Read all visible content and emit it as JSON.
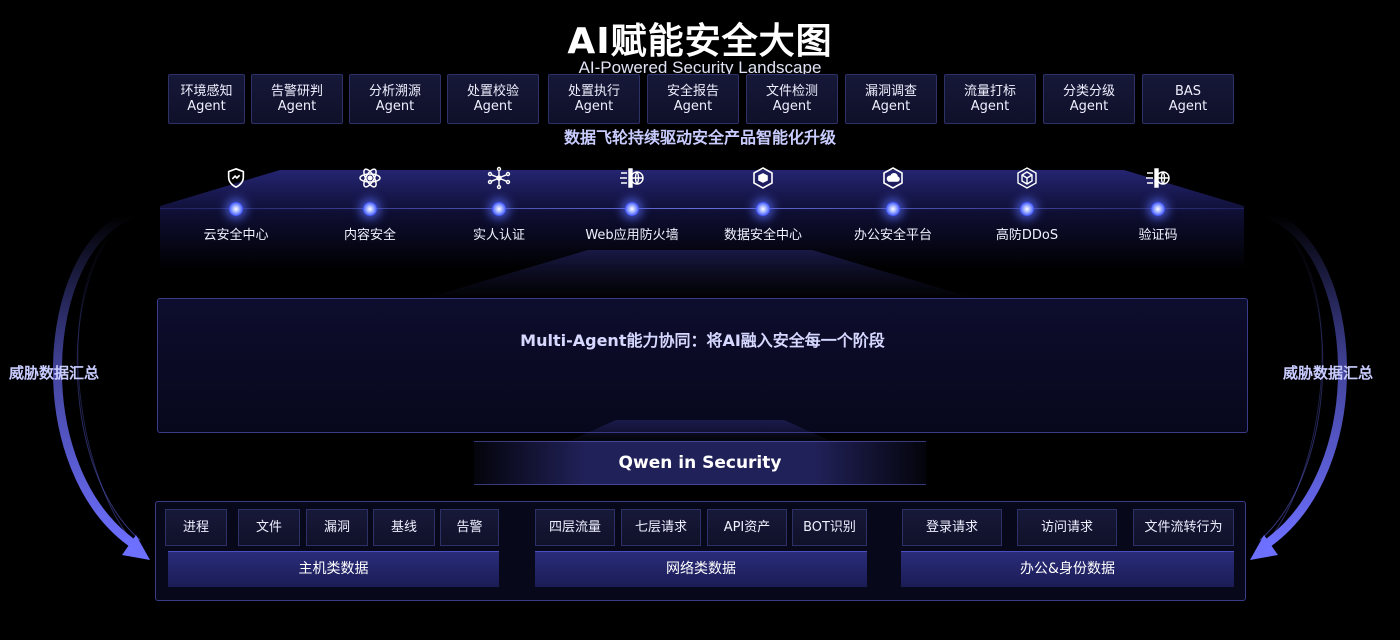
{
  "title": "AI赋能安全大图",
  "subtitle": "AI-Powered Security Landscape",
  "flywheel_label": "数据飞轮持续驱动安全产品智能化升级",
  "side_label_left": "威胁数据汇总",
  "side_label_right": "威胁数据汇总",
  "products": [
    {
      "label": "云安全中心",
      "icon": "cloud-shield-icon"
    },
    {
      "label": "内容安全",
      "icon": "atom-icon"
    },
    {
      "label": "实人认证",
      "icon": "network-nodes-icon"
    },
    {
      "label": "Web应用防火墙",
      "icon": "firewall-globe-icon"
    },
    {
      "label": "数据安全中心",
      "icon": "data-hex-icon"
    },
    {
      "label": "办公安全平台",
      "icon": "office-cloud-icon"
    },
    {
      "label": "高防DDoS",
      "icon": "cube-defense-icon"
    },
    {
      "label": "验证码",
      "icon": "captcha-globe-icon"
    }
  ],
  "agent_panel": {
    "title": "Multi-Agent能力协同：将AI融入安全每一个阶段",
    "agents": [
      {
        "line1": "环境感知",
        "line2": "Agent"
      },
      {
        "line1": "告警研判",
        "line2": "Agent"
      },
      {
        "line1": "分析溯源",
        "line2": "Agent"
      },
      {
        "line1": "处置校验",
        "line2": "Agent"
      },
      {
        "line1": "处置执行",
        "line2": "Agent"
      },
      {
        "line1": "安全报告",
        "line2": "Agent"
      },
      {
        "line1": "文件检测",
        "line2": "Agent"
      },
      {
        "line1": "漏洞调查",
        "line2": "Agent"
      },
      {
        "line1": "流量打标",
        "line2": "Agent"
      },
      {
        "line1": "分类分级",
        "line2": "Agent"
      },
      {
        "line1": "BAS",
        "line2": "Agent"
      }
    ]
  },
  "qwen_label": "Qwen in Security",
  "data_groups": [
    {
      "category": "主机类数据",
      "items": [
        "进程",
        "文件",
        "漏洞",
        "基线",
        "告警"
      ]
    },
    {
      "category": "网络类数据",
      "items": [
        "四层流量",
        "七层请求",
        "API资产",
        "BOT识别"
      ]
    },
    {
      "category": "办公&身份数据",
      "items": [
        "登录请求",
        "访问请求",
        "文件流转行为"
      ]
    }
  ],
  "colors": {
    "accent": "#5566ff",
    "panel_border": "#3a3c8a",
    "label_violet": "#c9ccff"
  }
}
